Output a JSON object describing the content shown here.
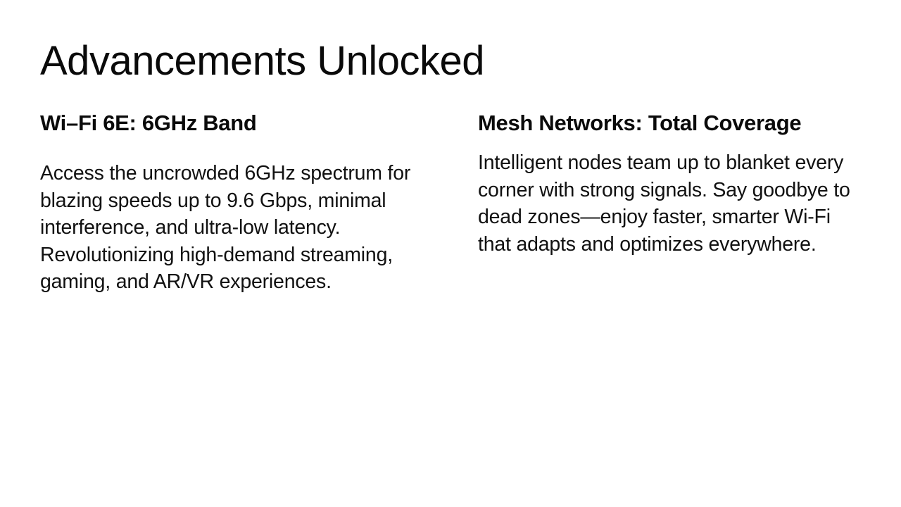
{
  "slide": {
    "title": "Advancements Unlocked",
    "background_color": "#ffffff",
    "text_color": "#0a0a0a",
    "columns": [
      {
        "heading": "Wi–Fi 6E: 6GHz Band",
        "body": "Access the uncrowded 6GHz spectrum for blazing speeds up to 9.6 Gbps, minimal interference, and ultra-low latency. Revolutionizing high-demand streaming, gaming, and AR/VR experiences."
      },
      {
        "heading": "Mesh Networks: Total Coverage",
        "body": "Intelligent nodes team up to blanket every corner with strong signals. Say goodbye to dead zones—enjoy faster, smarter Wi-Fi that adapts and optimizes everywhere."
      }
    ]
  }
}
